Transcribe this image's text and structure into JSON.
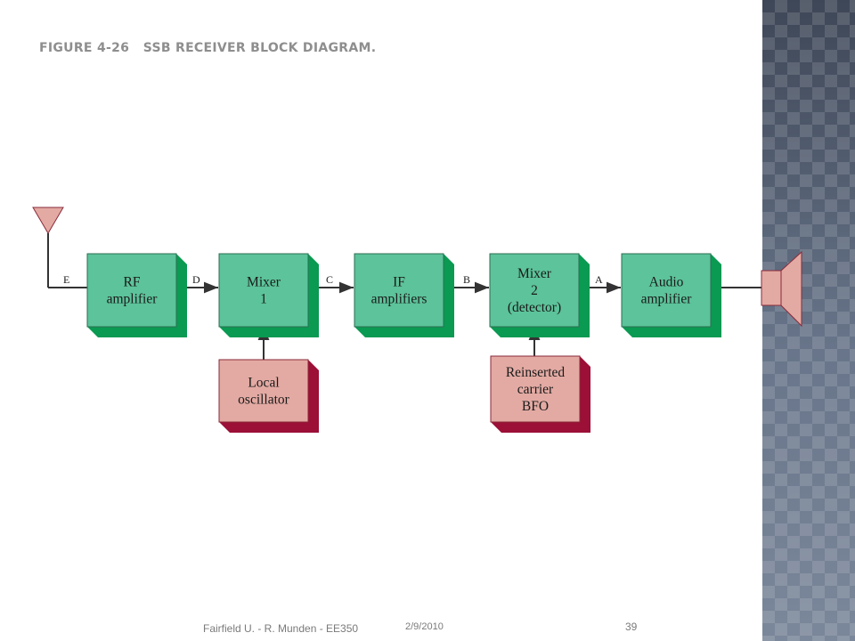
{
  "slide": {
    "title": "FIGURE 4-26   SSB RECEIVER BLOCK DIAGRAM."
  },
  "colors": {
    "block_face": "#5cc39a",
    "block_side": "#0a9a52",
    "block_border": "#2d6e52",
    "osc_face": "#e3aaa3",
    "osc_side": "#9c0f36",
    "osc_border": "#8a2a3a",
    "line": "#333333",
    "antenna": "#e3aaa3",
    "speaker": "#e3aaa3"
  },
  "blocks": [
    {
      "id": "rf-amplifier",
      "lines": [
        "RF",
        "amplifier"
      ],
      "kind": "stage"
    },
    {
      "id": "mixer-1",
      "lines": [
        "Mixer",
        "1"
      ],
      "kind": "stage"
    },
    {
      "id": "if-amplifiers",
      "lines": [
        "IF",
        "amplifiers"
      ],
      "kind": "stage"
    },
    {
      "id": "mixer-2-detector",
      "lines": [
        "Mixer",
        "2",
        "(detector)"
      ],
      "kind": "stage"
    },
    {
      "id": "audio-amplifier",
      "lines": [
        "Audio",
        "amplifier"
      ],
      "kind": "stage"
    },
    {
      "id": "local-oscillator",
      "lines": [
        "Local",
        "oscillator"
      ],
      "kind": "oscillator"
    },
    {
      "id": "reinserted-carrier-bfo",
      "lines": [
        "Reinserted",
        "carrier",
        "BFO"
      ],
      "kind": "oscillator"
    }
  ],
  "signal_labels": [
    "E",
    "D",
    "C",
    "B",
    "A"
  ],
  "footer": {
    "left": "Fairfield U. - R. Munden - EE350",
    "date": "2/9/2010",
    "page": "39"
  }
}
